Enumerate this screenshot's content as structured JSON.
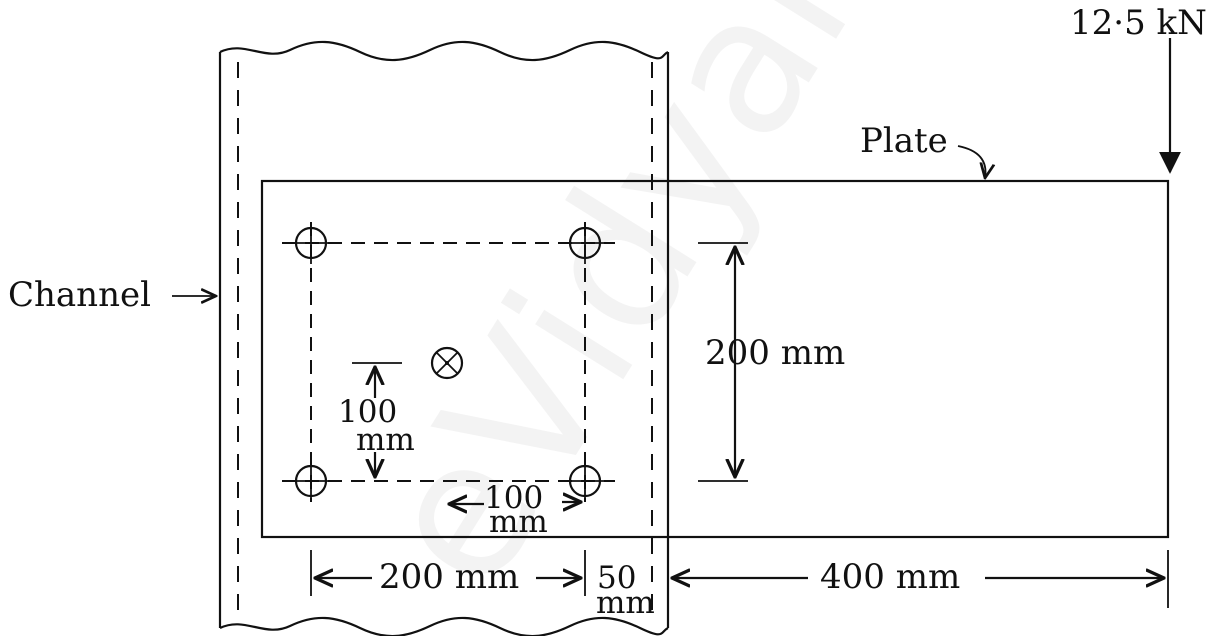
{
  "labels": {
    "load": "12·5 kN",
    "plate": "Plate",
    "channel": "Channel",
    "bolt_spacing_vertical": "200 mm",
    "centroid_offset_value": "100",
    "centroid_offset_unit": "mm",
    "bolt_offset_horizontal_value": "100",
    "bolt_offset_horizontal_unit": "mm",
    "bolt_spacing_horizontal": "200 mm",
    "edge_distance_value": "50",
    "edge_distance_unit": "mm",
    "eccentricity": "400 mm"
  },
  "watermark": "eVidyarthi"
}
